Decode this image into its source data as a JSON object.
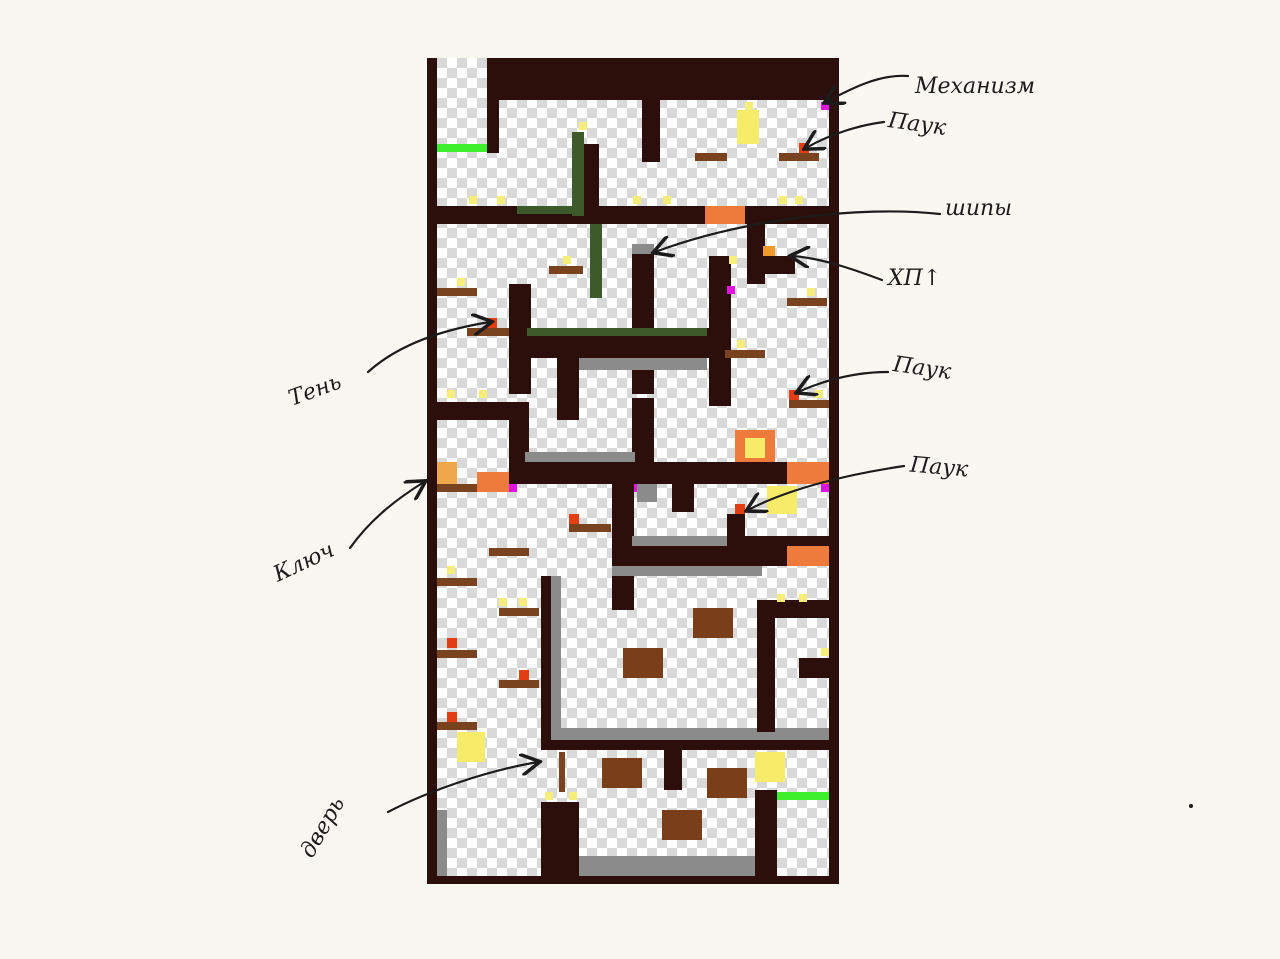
{
  "annotations": [
    {
      "id": "mechanism",
      "text": "Механизм"
    },
    {
      "id": "spider-1",
      "text": "Паук"
    },
    {
      "id": "spikes",
      "text": "шипы"
    },
    {
      "id": "hp-up",
      "text": "ХП↑"
    },
    {
      "id": "shadow",
      "text": "Тень"
    },
    {
      "id": "spider-2",
      "text": "Паук"
    },
    {
      "id": "spider-3",
      "text": "Паук"
    },
    {
      "id": "key",
      "text": "Ключ"
    },
    {
      "id": "door",
      "text": "дверь"
    }
  ],
  "colors": {
    "wall": "#2c0e0b",
    "spider": "#e23e12",
    "mechanism": "#e312e3",
    "spikes": "#ee7a3b",
    "hp": "#ef9a2a",
    "coin": "#f5ee7a",
    "platform": "#7a4320",
    "vine": "#3d5a2a",
    "exit": "#3ef02c"
  }
}
